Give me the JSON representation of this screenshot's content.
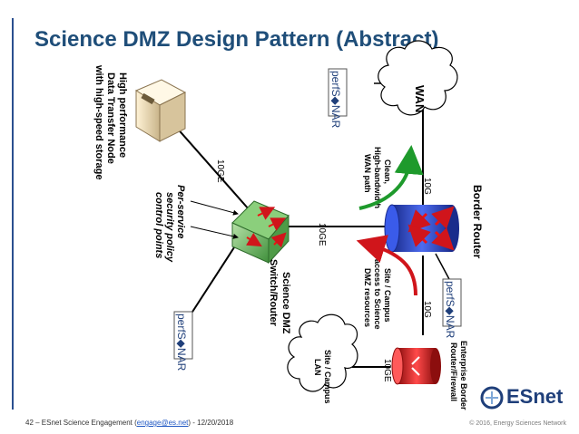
{
  "title": "Science DMZ Design Pattern (Abstract)",
  "diagram": {
    "wan": "WAN",
    "border_router": "Border Router",
    "clean_path": [
      "Clean,",
      "High-bandwidth",
      "WAN path"
    ],
    "site_access": [
      "Site / Campus",
      "access to Science",
      "DMZ resources"
    ],
    "dtn": [
      "High performance",
      "Data Transfer Node",
      "with high-speed storage"
    ],
    "per_service": [
      "Per-service",
      "security policy",
      "control points"
    ],
    "dmz_switch": [
      "Science DMZ",
      "Switch/Router"
    ],
    "enterprise": [
      "Enterprise Border",
      "Router/Firewall"
    ],
    "site_lan": [
      "Site / Campus",
      "LAN"
    ],
    "link_wan": "10G",
    "link_dmz": "10GE",
    "link_dtn": "10GE",
    "link_enterprise": "10G",
    "link_lan": "10GE",
    "perfsonar": "perfS◆NAR"
  },
  "footer": {
    "prefix": "42 – ESnet Science Engagement (",
    "email": "engage@es.net",
    "suffix": ") - 12/20/2018"
  },
  "copyright": "© 2016, Energy Sciences Network",
  "logo": "ESnet",
  "colors": {
    "title": "#1f4e79",
    "arrow_green": "#1e9a2c",
    "arrow_red": "#d0151b",
    "router_blue": "#2b47d6",
    "switch_green": "#5db35b",
    "firewall_red": "#e02121"
  }
}
